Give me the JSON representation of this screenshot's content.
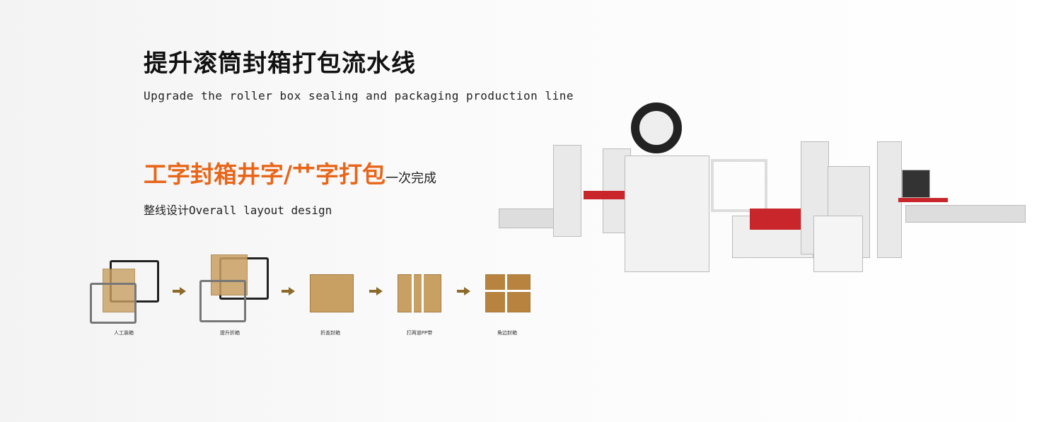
{
  "header": {
    "title": "提升滚筒封箱打包流水线",
    "subtitle": "Upgrade the roller box sealing and packaging production line"
  },
  "feature": {
    "slogan_main": "工字封箱井字/艹字打包",
    "slogan_suffix": "一次完成",
    "design": "整线设计Overall layout design"
  },
  "steps": [
    {
      "label": "人工装箱"
    },
    {
      "label": "提升折箱"
    },
    {
      "label": "折盖封箱"
    },
    {
      "label": "打两道PP带"
    },
    {
      "label": "角边封箱"
    }
  ],
  "colors": {
    "accent": "#e8661a",
    "arrow": "#8b6a2a",
    "box": "#c9a063"
  }
}
